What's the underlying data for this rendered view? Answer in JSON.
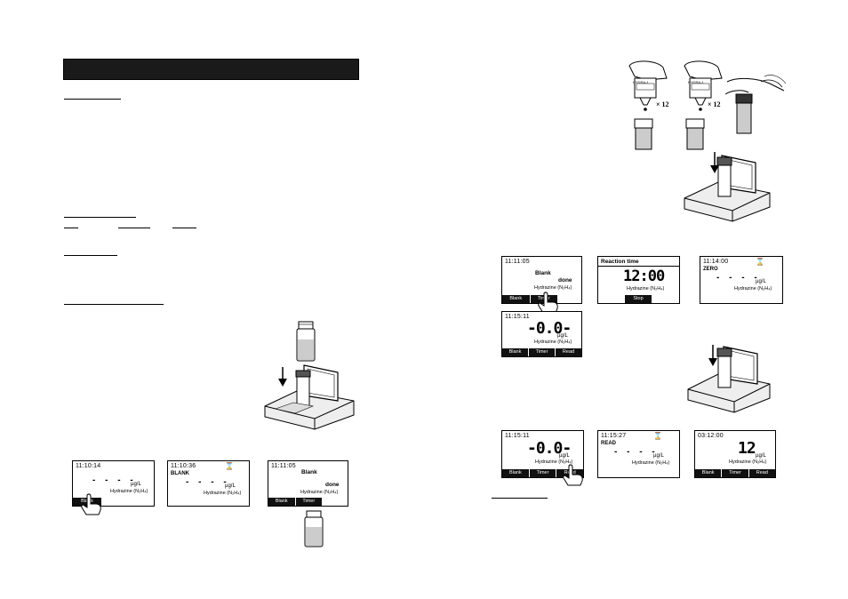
{
  "screens": [
    {
      "time": "11:10:14",
      "mode": "",
      "value": "- - - -",
      "unit": "µg/L",
      "param": "Hydrazine (N₂H₄)",
      "buttons": [
        "Blank"
      ],
      "blank": "",
      "done": ""
    },
    {
      "time": "11:10:36",
      "hourglass": "⌛",
      "mode": "BLANK",
      "value": "- - - -",
      "unit": "µg/L",
      "param": "Hydrazine (N₂H₄)",
      "buttons": [],
      "blank": "",
      "done": ""
    },
    {
      "time": "11:11:05",
      "mode": "",
      "value": "",
      "unit": "",
      "param": "Hydrazine (N₂H₄)",
      "buttons": [
        "Blank",
        "Timer"
      ],
      "blank": "Blank",
      "done": "done"
    },
    {
      "time": "11:11:05",
      "mode": "",
      "value": "",
      "unit": "",
      "param": "Hydrazine (N₂H₄)",
      "buttons": [
        "Blank",
        "Timer"
      ],
      "blank": "Blank",
      "done": "done"
    },
    {
      "header": "Reaction time",
      "value": "12:00",
      "param": "Hydrazine (N₂H₄)",
      "buttons": [
        "Stop"
      ]
    },
    {
      "time": "11:14:00",
      "hourglass": "⌛",
      "mode": "ZERO",
      "value": "- - - -",
      "unit": "µg/L",
      "param": "Hydrazine (N₂H₄)",
      "buttons": []
    },
    {
      "time": "11:15:11",
      "mode": "",
      "value": "-0.0-",
      "unit": "µg/L",
      "param": "Hydrazine (N₂H₄)",
      "buttons": [
        "Blank",
        "Timer",
        "Read"
      ]
    },
    {
      "time": "11:15:11",
      "mode": "",
      "value": "-0.0-",
      "unit": "µg/L",
      "param": "Hydrazine (N₂H₄)",
      "buttons": [
        "Blank",
        "Timer",
        "Read"
      ]
    },
    {
      "time": "11:15:27",
      "hourglass": "⌛",
      "mode": "READ",
      "value": "- - - -",
      "unit": "µg/L",
      "param": "Hydrazine (N₂H₄)",
      "buttons": []
    },
    {
      "time": "03:12:00",
      "mode": "",
      "value": "12",
      "unit": "µg/L",
      "param": "Hydrazine (N₂H₄)",
      "buttons": [
        "Blank",
        "Timer",
        "Read"
      ]
    }
  ],
  "labels": {
    "drops_a": "× 12",
    "drops_b": "× 12",
    "bottle_label": "HYDRA-1"
  }
}
